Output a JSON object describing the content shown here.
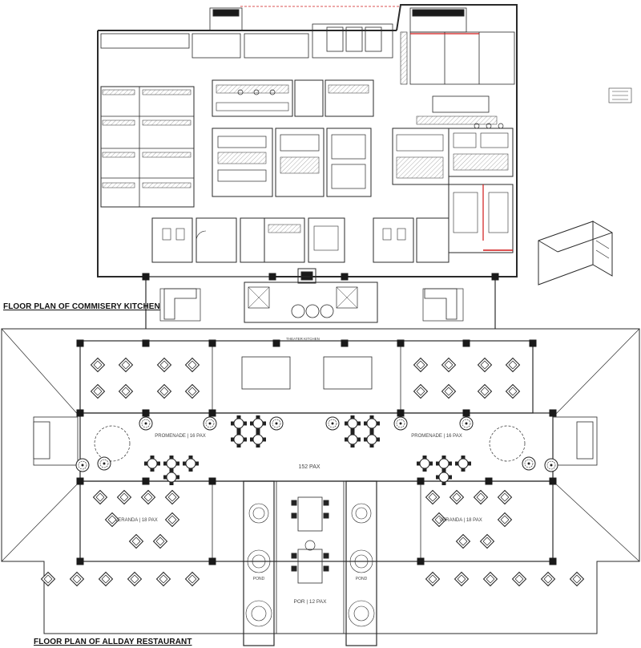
{
  "titles": {
    "commissary": "FLOOR PLAN OF COMMISERY KITCHEN",
    "restaurant": "FLOOR PLAN OF ALLDAY RESTAURANT"
  },
  "labels": {
    "theater_kitchen": "THEATER KITCHEN",
    "promenade_left": "PROMENADE | 16 PAX",
    "promenade_right": "PROMENADE | 16 PAX",
    "total_pax": "152 PAX",
    "veranda_left": "VERANDA | 18 PAX",
    "veranda_right": "VERANDA | 18 PAX",
    "pond_left": "POND",
    "pond_right": "POND",
    "por": "POR | 12 PAX"
  },
  "colors": {
    "line": "#2a2a2a",
    "equipment": "#555555",
    "highlight": "#d01818",
    "fill_dark": "#1a1a1a"
  }
}
